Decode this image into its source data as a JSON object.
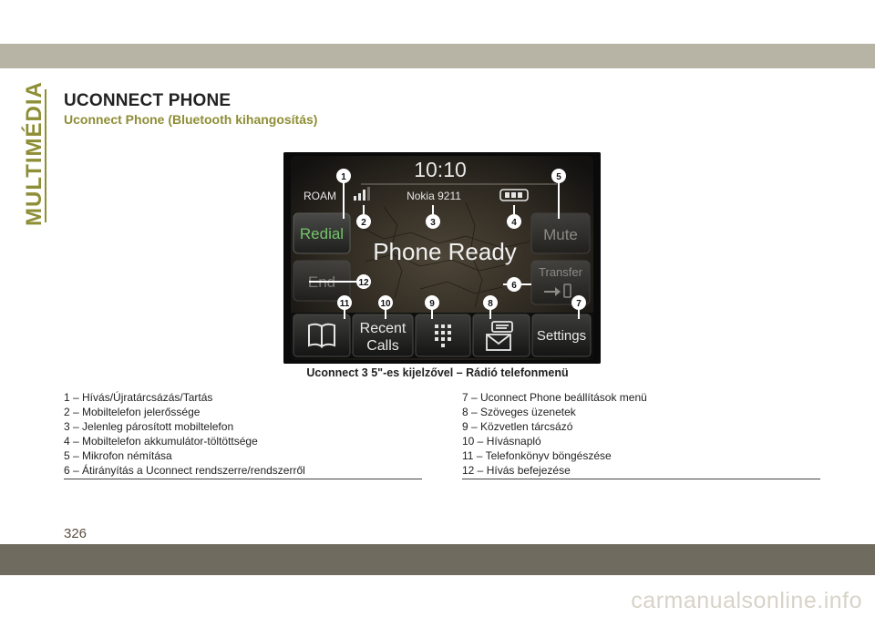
{
  "section_tab": "MULTIMÉDIA",
  "title": "UCONNECT PHONE",
  "subtitle": "Uconnect Phone (Bluetooth kihangosítás)",
  "figure": {
    "time": "10:10",
    "roam": "ROAM",
    "device": "Nokia 9211",
    "status": "Phone Ready",
    "buttons": {
      "redial": "Redial",
      "end": "End",
      "mute": "Mute",
      "transfer": "Transfer",
      "recent_line1": "Recent",
      "recent_line2": "Calls",
      "settings": "Settings"
    },
    "callouts": [
      "1",
      "2",
      "3",
      "4",
      "5",
      "6",
      "7",
      "8",
      "9",
      "10",
      "11",
      "12"
    ]
  },
  "caption": "Uconnect 3 5\"-es kijelzővel – Rádió telefonmenü",
  "legend_left": [
    "1 – Hívás/Újratárcsázás/Tartás",
    "2 – Mobiltelefon jelerőssége",
    "3 – Jelenleg párosított mobiltelefon",
    "4 – Mobiltelefon akkumulátor-töltöttsége",
    "5 – Mikrofon némítása",
    "6 – Átirányítás a Uconnect rendszerre/rendszerről"
  ],
  "legend_right": [
    "7 – Uconnect Phone beállítások menü",
    "8 – Szöveges üzenetek",
    "9 – Közvetlen tárcsázó",
    "10 – Hívásnapló",
    "11 – Telefonkönyv böngészése",
    "12 – Hívás befejezése"
  ],
  "page_number": "326",
  "watermark": "carmanualsonline.info"
}
